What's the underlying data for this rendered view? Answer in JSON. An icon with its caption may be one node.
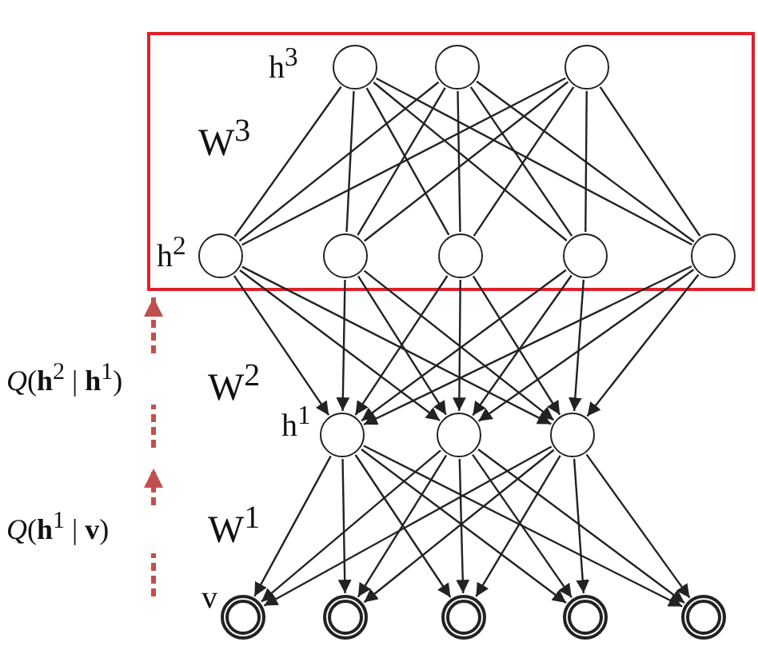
{
  "diagram": {
    "nodes": [
      {
        "text": [],
        "shape": "box"
      },
      {
        "text": [],
        "shape": "circle",
        "in": 0,
        "beside": [
          "h$^{3}$"
        ]
      },
      {
        "text": [],
        "shape": "circle",
        "in": 0
      },
      {
        "text": [],
        "shape": "circle",
        "in": 0
      },
      {
        "text": [],
        "shape": "circle",
        "in": 0,
        "beside": [
          "h$^{2}$"
        ]
      },
      {
        "text": [],
        "shape": "circle",
        "in": 0
      },
      {
        "text": [],
        "shape": "circle",
        "in": 0
      },
      {
        "text": [],
        "shape": "circle",
        "in": 0
      },
      {
        "text": [],
        "shape": "circle",
        "in": 0
      },
      {
        "text": [],
        "shape": "circle",
        "beside": [
          "h$^{1}$"
        ]
      },
      {
        "text": [],
        "shape": "circle"
      },
      {
        "text": [],
        "shape": "circle"
      },
      {
        "text": [],
        "shape": "circle",
        "beside": [
          "v"
        ]
      },
      {
        "text": [],
        "shape": "circle"
      },
      {
        "text": [],
        "shape": "circle"
      },
      {
        "text": [],
        "shape": "circle"
      },
      {
        "text": [],
        "shape": "circle"
      }
    ],
    "edges": [
      {
        "from": 1,
        "to": 4,
        "arrow": "none"
      },
      {
        "from": 1,
        "to": 5,
        "arrow": "none"
      },
      {
        "from": 1,
        "to": 6,
        "arrow": "none"
      },
      {
        "from": 1,
        "to": 7,
        "arrow": "none"
      },
      {
        "from": 1,
        "to": 8,
        "arrow": "none"
      },
      {
        "from": 2,
        "to": 4,
        "arrow": "none"
      },
      {
        "from": 2,
        "to": 5,
        "arrow": "none"
      },
      {
        "from": 2,
        "to": 6,
        "arrow": "none"
      },
      {
        "from": 2,
        "to": 7,
        "arrow": "none"
      },
      {
        "from": 2,
        "to": 8,
        "arrow": "none"
      },
      {
        "from": 3,
        "to": 4,
        "arrow": "none"
      },
      {
        "from": 3,
        "to": 5,
        "arrow": "none"
      },
      {
        "from": 3,
        "to": 6,
        "arrow": "none"
      },
      {
        "from": 3,
        "to": 7,
        "arrow": "none"
      },
      {
        "from": 3,
        "to": 8,
        "arrow": "none"
      },
      {
        "from": 4,
        "to": 9,
        "arrow": "to"
      },
      {
        "from": 4,
        "to": 10,
        "arrow": "to"
      },
      {
        "from": 4,
        "to": 11,
        "arrow": "to"
      },
      {
        "from": 5,
        "to": 9,
        "arrow": "to"
      },
      {
        "from": 5,
        "to": 10,
        "arrow": "to"
      },
      {
        "from": 5,
        "to": 11,
        "arrow": "to"
      },
      {
        "from": 6,
        "to": 9,
        "arrow": "to"
      },
      {
        "from": 6,
        "to": 10,
        "arrow": "to"
      },
      {
        "from": 6,
        "to": 11,
        "arrow": "to"
      },
      {
        "from": 7,
        "to": 9,
        "arrow": "to"
      },
      {
        "from": 7,
        "to": 10,
        "arrow": "to"
      },
      {
        "from": 7,
        "to": 11,
        "arrow": "to"
      },
      {
        "from": 8,
        "to": 9,
        "arrow": "to"
      },
      {
        "from": 8,
        "to": 10,
        "arrow": "to"
      },
      {
        "from": 8,
        "to": 11,
        "arrow": "to"
      },
      {
        "from": 9,
        "to": 12,
        "arrow": "to"
      },
      {
        "from": 9,
        "to": 13,
        "arrow": "to"
      },
      {
        "from": 9,
        "to": 14,
        "arrow": "to"
      },
      {
        "from": 9,
        "to": 15,
        "arrow": "to"
      },
      {
        "from": 9,
        "to": 16,
        "arrow": "to"
      },
      {
        "from": 10,
        "to": 12,
        "arrow": "to"
      },
      {
        "from": 10,
        "to": 13,
        "arrow": "to"
      },
      {
        "from": 10,
        "to": 14,
        "arrow": "to"
      },
      {
        "from": 10,
        "to": 15,
        "arrow": "to"
      },
      {
        "from": 10,
        "to": 16,
        "arrow": "to"
      },
      {
        "from": 11,
        "to": 12,
        "arrow": "to"
      },
      {
        "from": 11,
        "to": 13,
        "arrow": "to"
      },
      {
        "from": 11,
        "to": 14,
        "arrow": "to"
      },
      {
        "from": 11,
        "to": 15,
        "arrow": "to"
      },
      {
        "from": 11,
        "to": 16,
        "arrow": "to"
      }
    ],
    "labels": [
      "W$^{3}$",
      "*Q*(**h**$^{2}$ | **h**$^{1}$)",
      "W$^{2}$",
      "*Q*(**h**$^{1}$ | **v**)",
      "W$^{1}$"
    ]
  }
}
